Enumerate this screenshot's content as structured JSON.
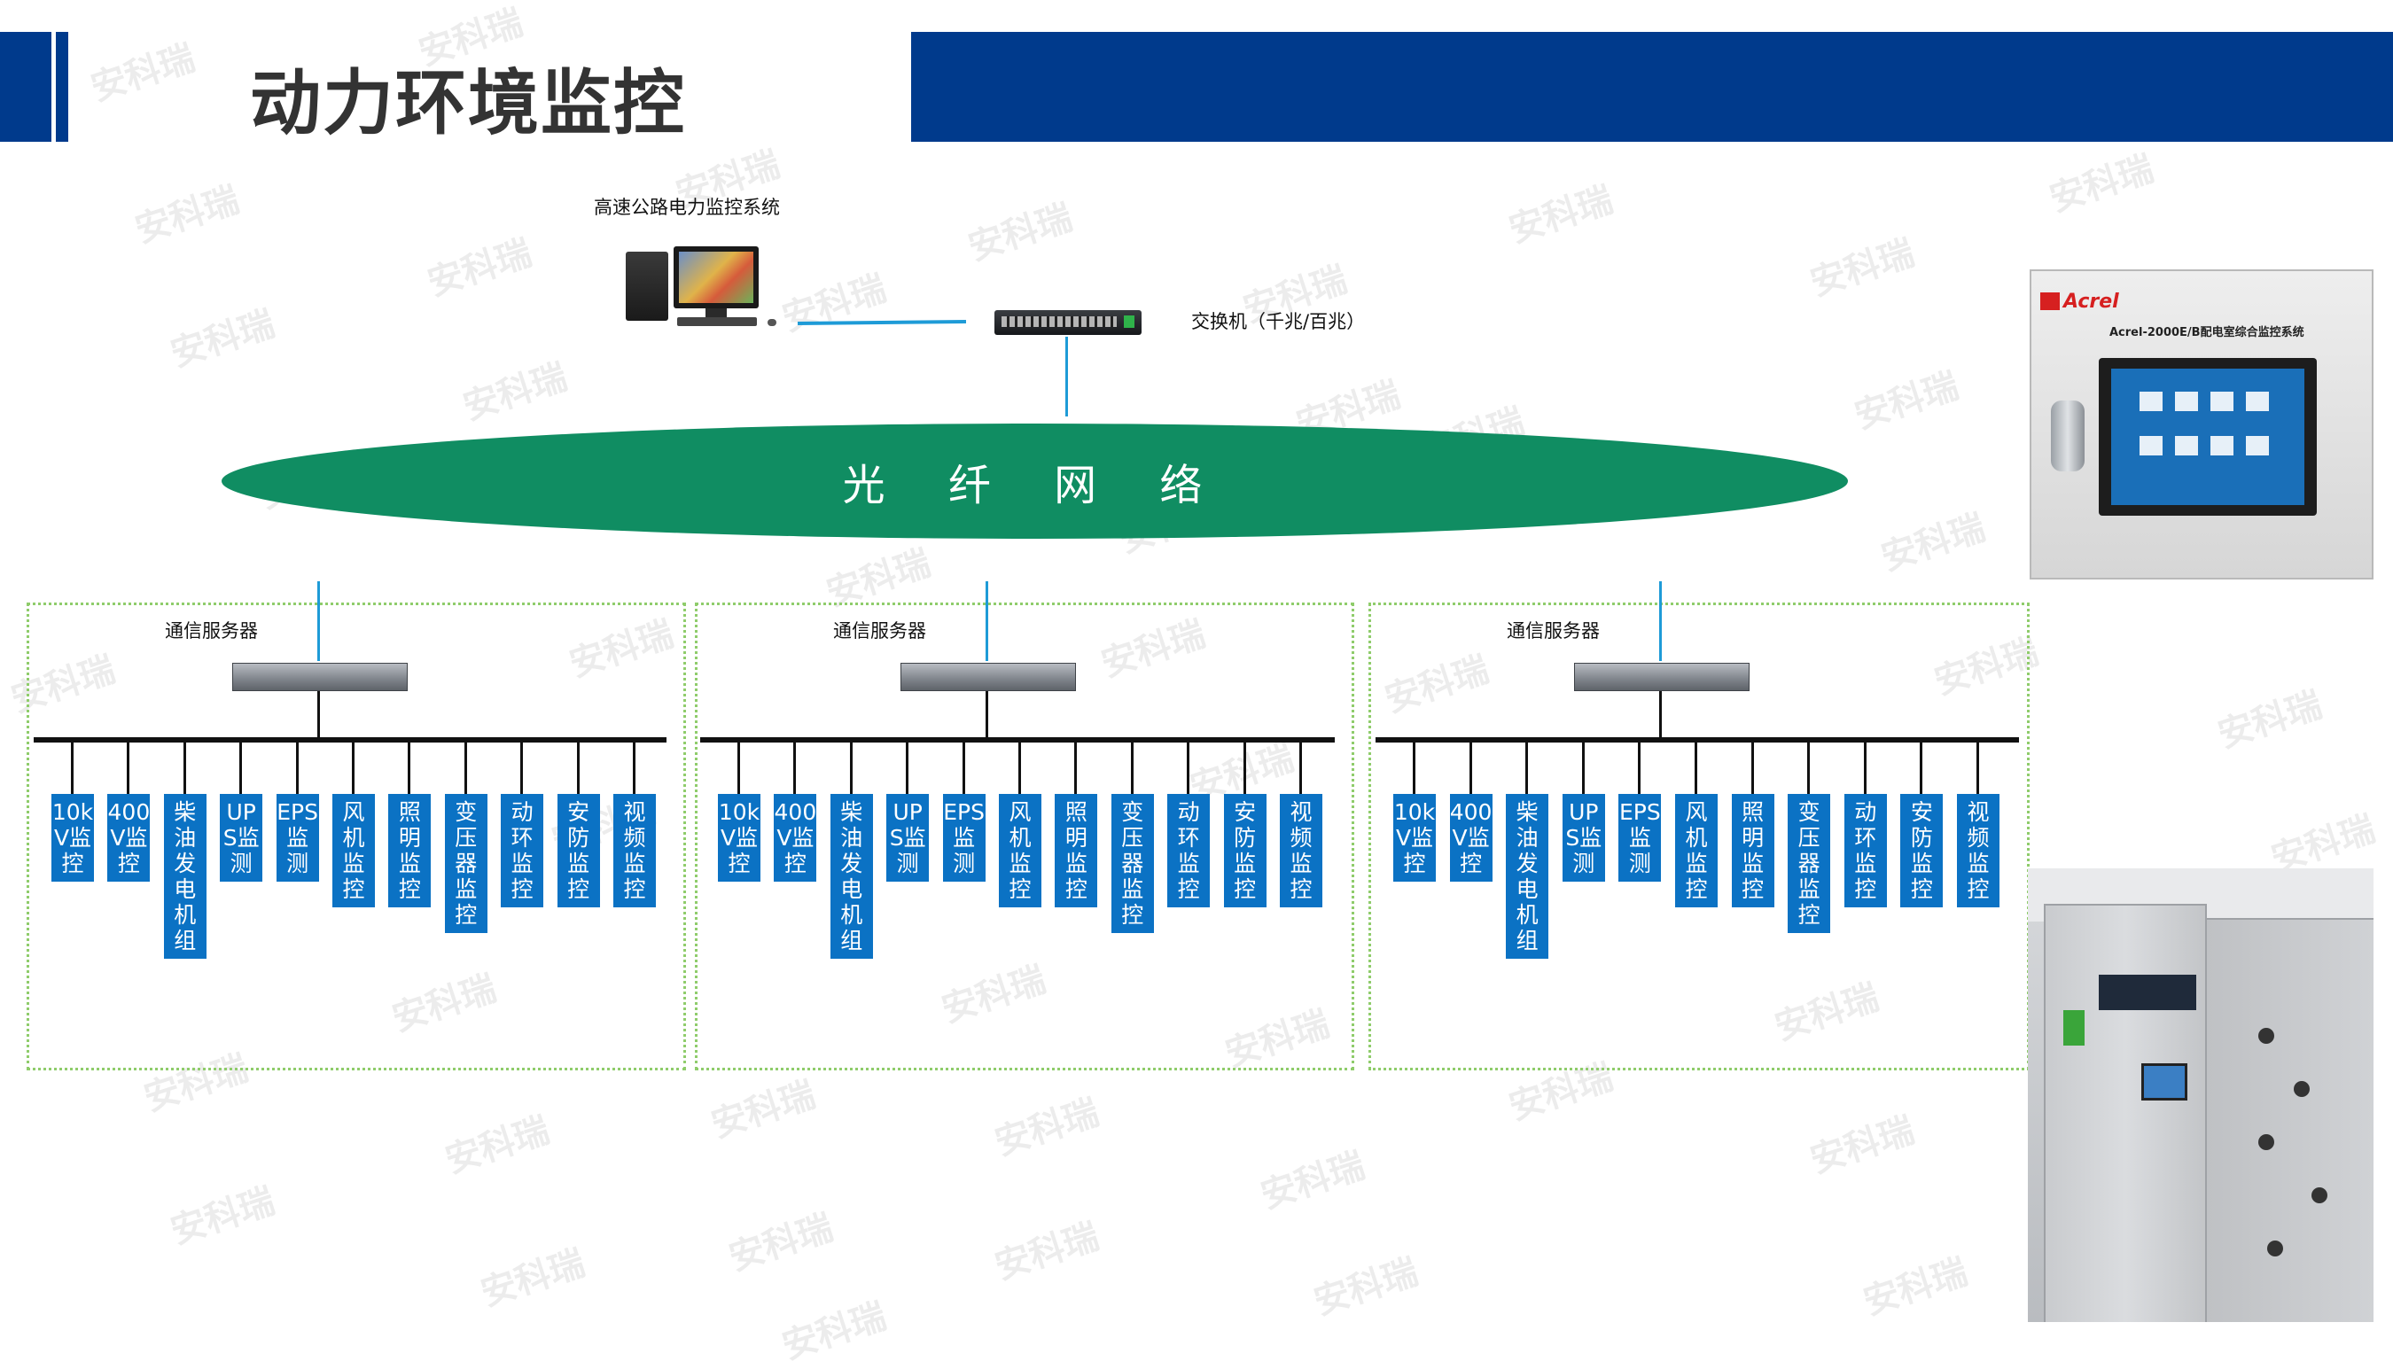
{
  "header": {
    "title": "动力环境监控",
    "accent_color": "#003a8c"
  },
  "top": {
    "system_label": "高速公路电力监控系统",
    "switch_label": "交换机（千兆/百兆）",
    "network_label": "光 纤 网 络",
    "network_color": "#108d62"
  },
  "groups": [
    {
      "server_label": "通信服务器",
      "items": [
        "10kV监控",
        "400V监控",
        "柴油发电机组",
        "UPS监测",
        "EPS监测",
        "风机监控",
        "照明监控",
        "变压器监控",
        "动环监控",
        "安防监控",
        "视频监控"
      ]
    },
    {
      "server_label": "通信服务器",
      "items": [
        "10kV监控",
        "400V监控",
        "柴油发电机组",
        "UPS监测",
        "EPS监测",
        "风机监控",
        "照明监控",
        "变压器监控",
        "动环监控",
        "安防监控",
        "视频监控"
      ]
    },
    {
      "server_label": "通信服务器",
      "items": [
        "10kV监控",
        "400V监控",
        "柴油发电机组",
        "UPS监测",
        "EPS监测",
        "风机监控",
        "照明监控",
        "变压器监控",
        "动环监控",
        "安防监控",
        "视频监控"
      ]
    }
  ],
  "device": {
    "brand": "Acrel",
    "model": "Acrel-2000E/B配电室综合监控系统"
  },
  "watermark": "安科瑞",
  "colors": {
    "sub_box": "#0b72c4",
    "link_line": "#1e9bd7",
    "group_border": "#8fcc6b"
  }
}
